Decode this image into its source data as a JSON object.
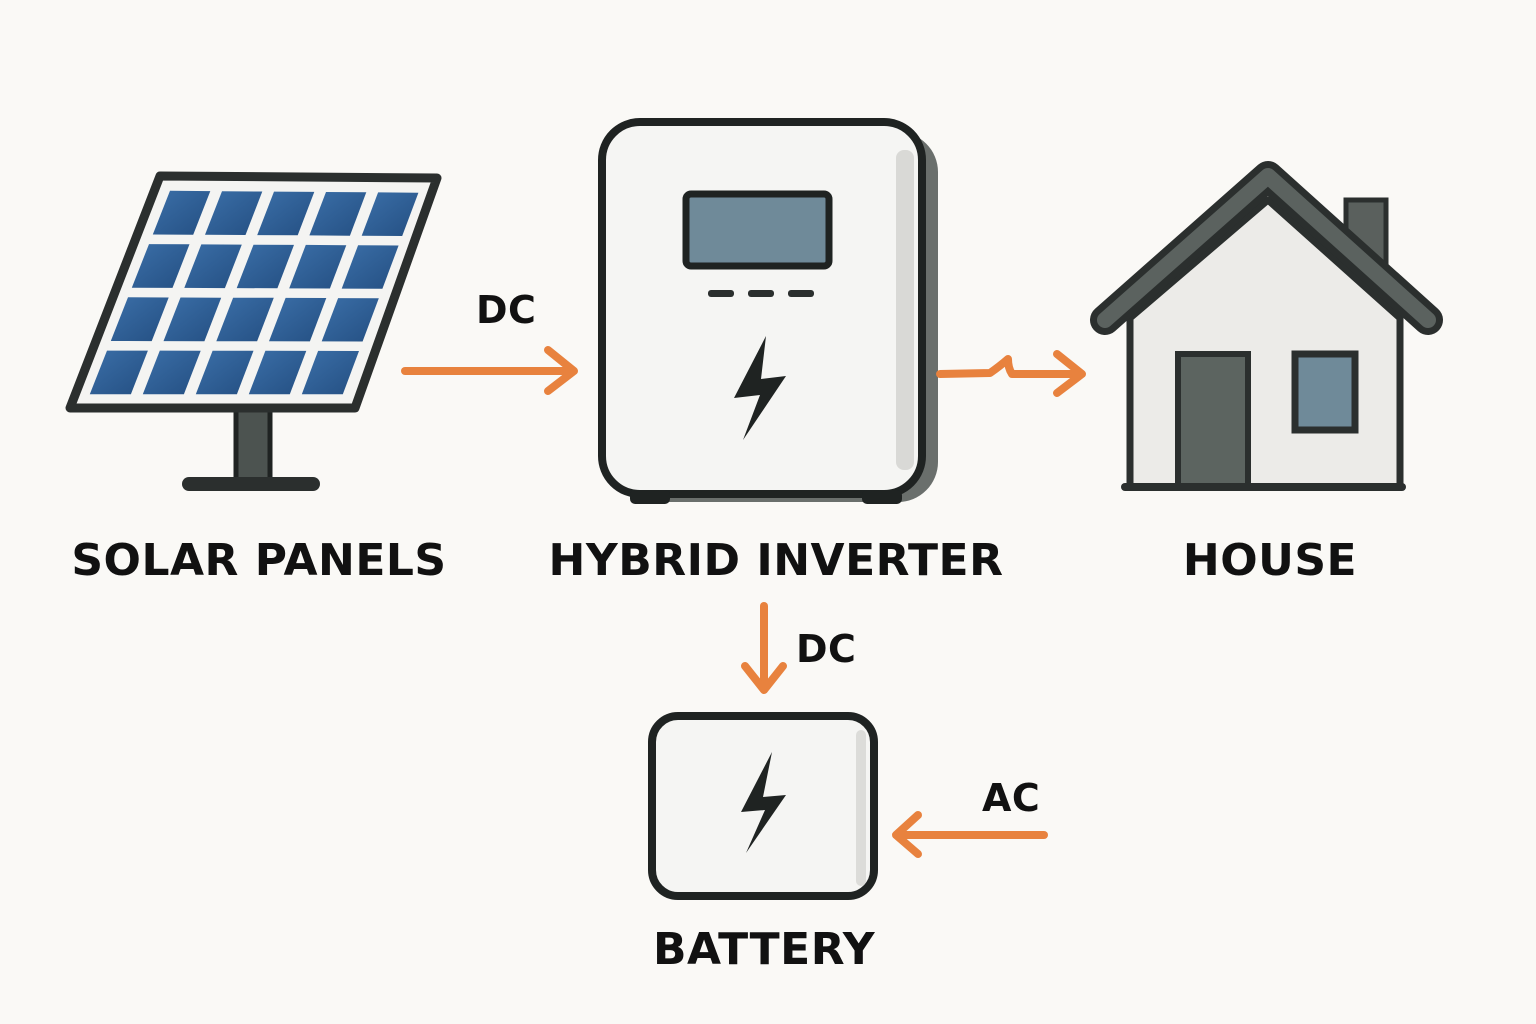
{
  "diagram": {
    "nodes": [
      {
        "id": "solar",
        "label": "SOLAR PANELS",
        "icon": "solar-panel-icon"
      },
      {
        "id": "inverter",
        "label": "HYBRID INVERTER",
        "icon": "inverter-icon"
      },
      {
        "id": "house",
        "label": "HOUSE",
        "icon": "house-icon"
      },
      {
        "id": "battery",
        "label": "BATTERY",
        "icon": "battery-icon"
      }
    ],
    "edges": [
      {
        "from": "solar",
        "to": "inverter",
        "label": "DC"
      },
      {
        "from": "inverter",
        "to": "house",
        "label": ""
      },
      {
        "from": "inverter",
        "to": "battery",
        "label": "DC"
      },
      {
        "from": "",
        "to": "battery",
        "label": "AC"
      }
    ]
  },
  "colors": {
    "background": "#faf9f6",
    "arrow": "#e8823e",
    "outline": "#2b2f2e",
    "panel_cell": "#2f5f96",
    "screen": "#6f8a99",
    "door": "#5c6460",
    "roof": "#4a4f4d"
  }
}
